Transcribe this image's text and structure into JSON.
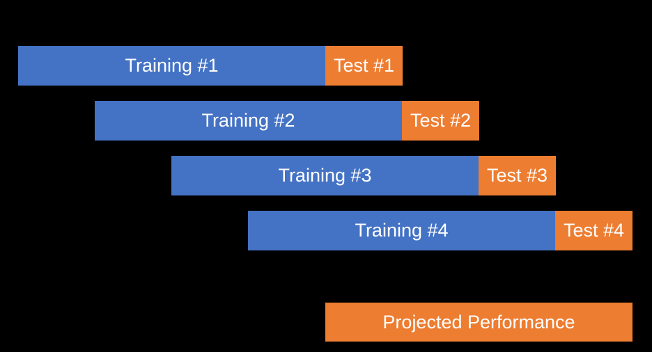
{
  "diagram": {
    "background": "#000000"
  },
  "colors": {
    "training": "#4472C4",
    "test": "#ED7D31",
    "label_text": "#FFFFFF"
  },
  "folds": [
    {
      "training_label": "Training #1",
      "test_label": "Test #1"
    },
    {
      "training_label": "Training #2",
      "test_label": "Test #2"
    },
    {
      "training_label": "Training #3",
      "test_label": "Test #3"
    },
    {
      "training_label": "Training #4",
      "test_label": "Test #4"
    }
  ],
  "projected": {
    "label": "Projected Performance"
  }
}
